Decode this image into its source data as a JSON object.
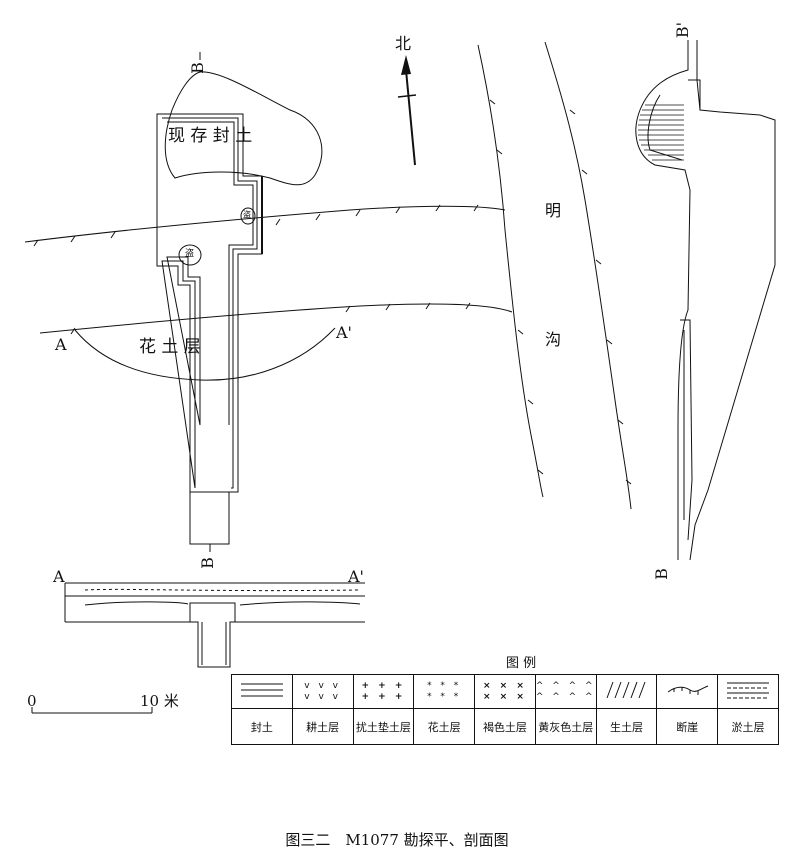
{
  "plan": {
    "north": "北",
    "mound": "现 存 封 土",
    "flower_soil": "花 土 层",
    "ditch": [
      "明",
      "沟"
    ],
    "markers": {
      "A": "A",
      "A_prime": "A'",
      "B": "B",
      "B_prime": "B'"
    },
    "niche_small": "盗",
    "niche_left": "盗"
  },
  "section_aa": {
    "A": "A",
    "A_prime": "A'"
  },
  "section_bb": {
    "B": "B",
    "B_prime": "B'"
  },
  "scale": {
    "zero": "0",
    "ten": "10 米"
  },
  "legend": {
    "title": "图 例",
    "items": [
      {
        "label": "封土",
        "icon": "horizontal-lines-pattern"
      },
      {
        "label": "耕土层",
        "icon": "v-pattern"
      },
      {
        "label": "扰土垫土层",
        "icon": "plus-pattern"
      },
      {
        "label": "花土层",
        "icon": "asterisk-pattern"
      },
      {
        "label": "褐色土层",
        "icon": "cross-pattern"
      },
      {
        "label": "黄灰色土层",
        "icon": "caret-pattern"
      },
      {
        "label": "生土层",
        "icon": "slash-pattern"
      },
      {
        "label": "断崖",
        "icon": "cliff-pattern"
      },
      {
        "label": "淤土层",
        "icon": "silt-pattern"
      }
    ]
  },
  "caption": "图三二　M1077 勘探平、剖面图"
}
